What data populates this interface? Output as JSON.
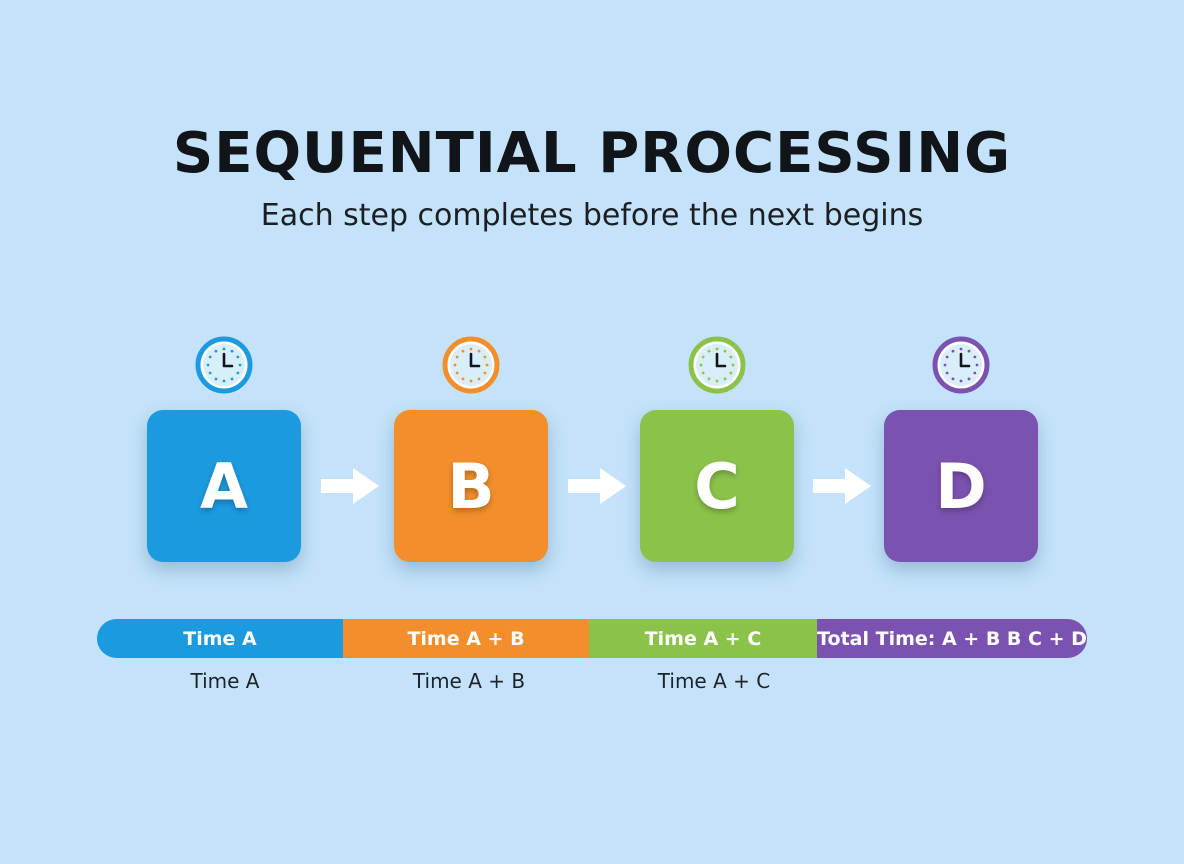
{
  "header": {
    "title": "SEQUENTIAL PROCESSING",
    "subtitle": "Each step completes before the next begins"
  },
  "steps": [
    {
      "label": "A",
      "color": "#1c9ae0",
      "clock_icon": "clock-icon"
    },
    {
      "label": "B",
      "color": "#f28e2c",
      "clock_icon": "clock-icon"
    },
    {
      "label": "C",
      "color": "#8bc34a",
      "clock_icon": "clock-icon"
    },
    {
      "label": "D",
      "color": "#7b52b0",
      "clock_icon": "clock-icon"
    }
  ],
  "connector_icon": "arrow-right-icon",
  "timeline": {
    "segments": [
      {
        "label": "Time A",
        "color": "#1c9ae0"
      },
      {
        "label": "Time A + B",
        "color": "#f28e2c"
      },
      {
        "label": "Time A + C",
        "color": "#8bc34a"
      },
      {
        "label": "Total Time: A + B B C + D",
        "color": "#7b52b0"
      }
    ],
    "captions": [
      "Time A",
      "Time A + B",
      "Time A + C"
    ]
  }
}
